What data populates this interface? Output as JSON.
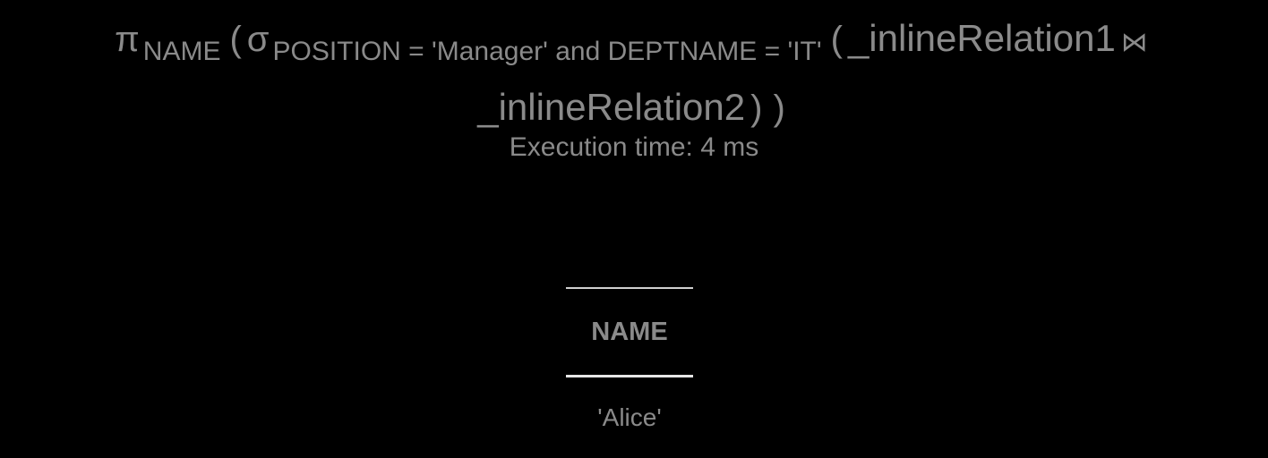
{
  "query": {
    "projection_symbol": "π",
    "projection_attr": "NAME",
    "selection_symbol": "σ",
    "selection_condition": "POSITION = 'Manager' and DEPTNAME = 'IT'",
    "open_paren": "(",
    "close_paren": ")",
    "relation1": "_inlineRelation1",
    "join_symbol": "⋈",
    "relation2": "_inlineRelation2"
  },
  "execution": {
    "text": "Execution time: 4 ms"
  },
  "result": {
    "columns": [
      "NAME"
    ],
    "rows": [
      [
        "'Alice'"
      ]
    ]
  }
}
